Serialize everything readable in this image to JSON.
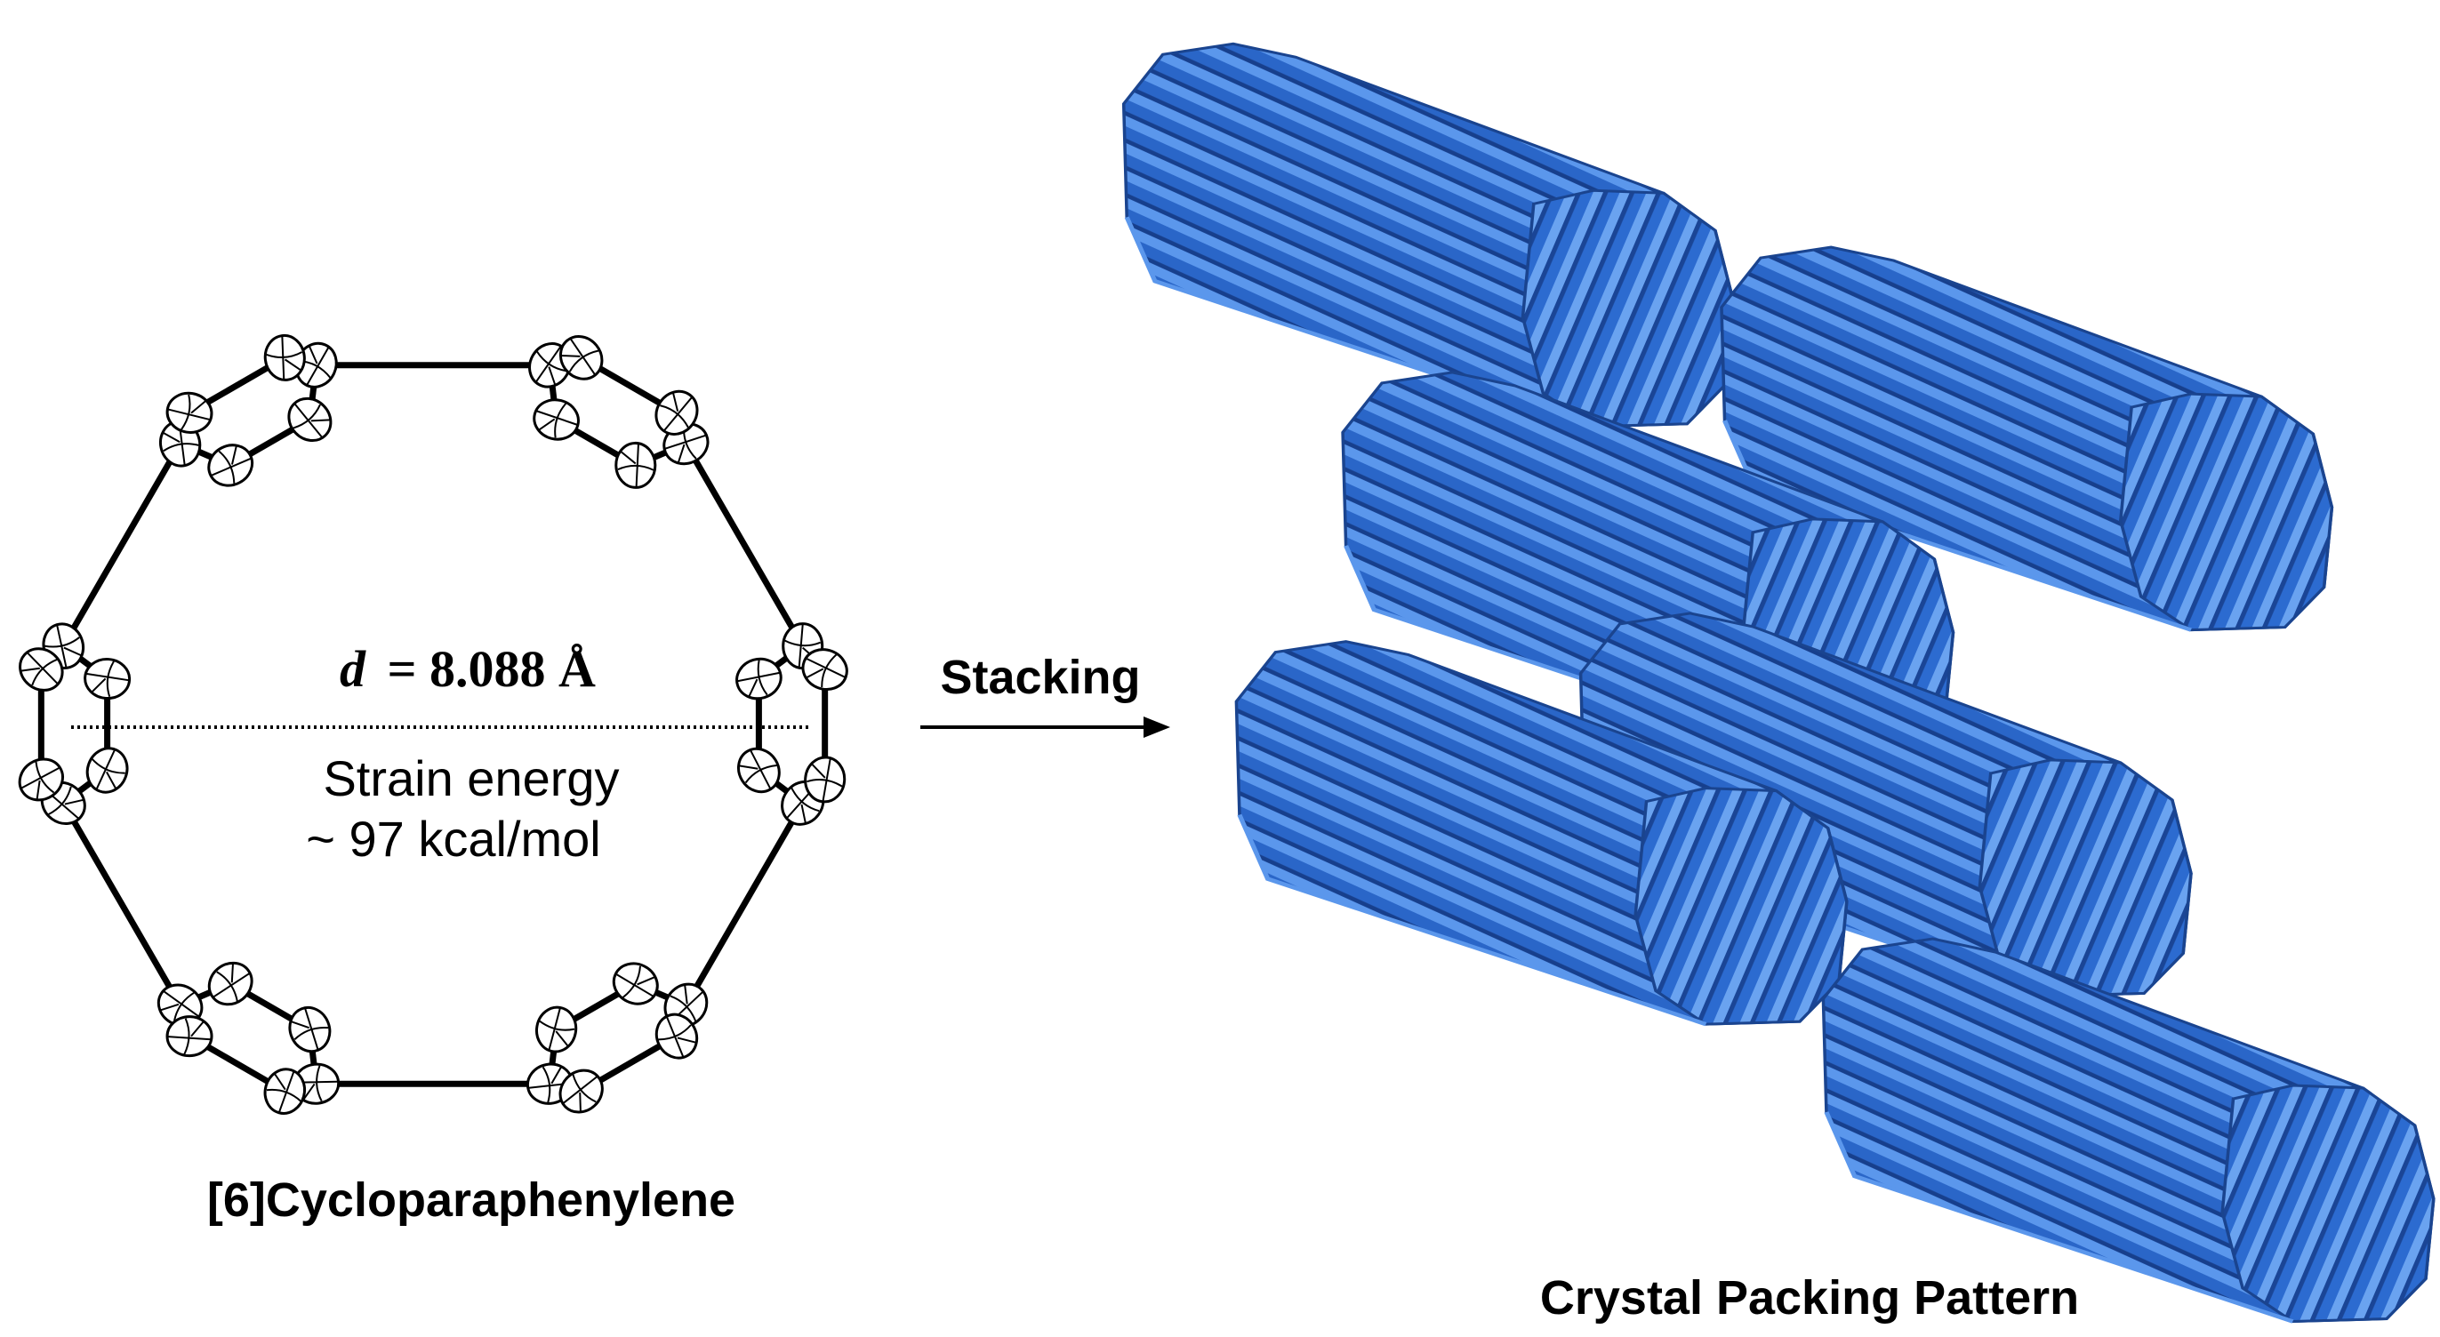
{
  "molecule": {
    "name": "[6]Cycloparaphenylene",
    "diameter_symbol": "d",
    "diameter_value": "= 8.088 Å",
    "strain_line1": "Strain energy",
    "strain_line2": "~ 97 kcal/mol"
  },
  "arrow": {
    "label": "Stacking"
  },
  "crystal": {
    "caption": "Crystal Packing Pattern"
  },
  "colors": {
    "tube": "#2a66c8",
    "tube_light": "#4a8ae6",
    "tube_dark": "#1b4ea8",
    "bond": "#000000"
  }
}
